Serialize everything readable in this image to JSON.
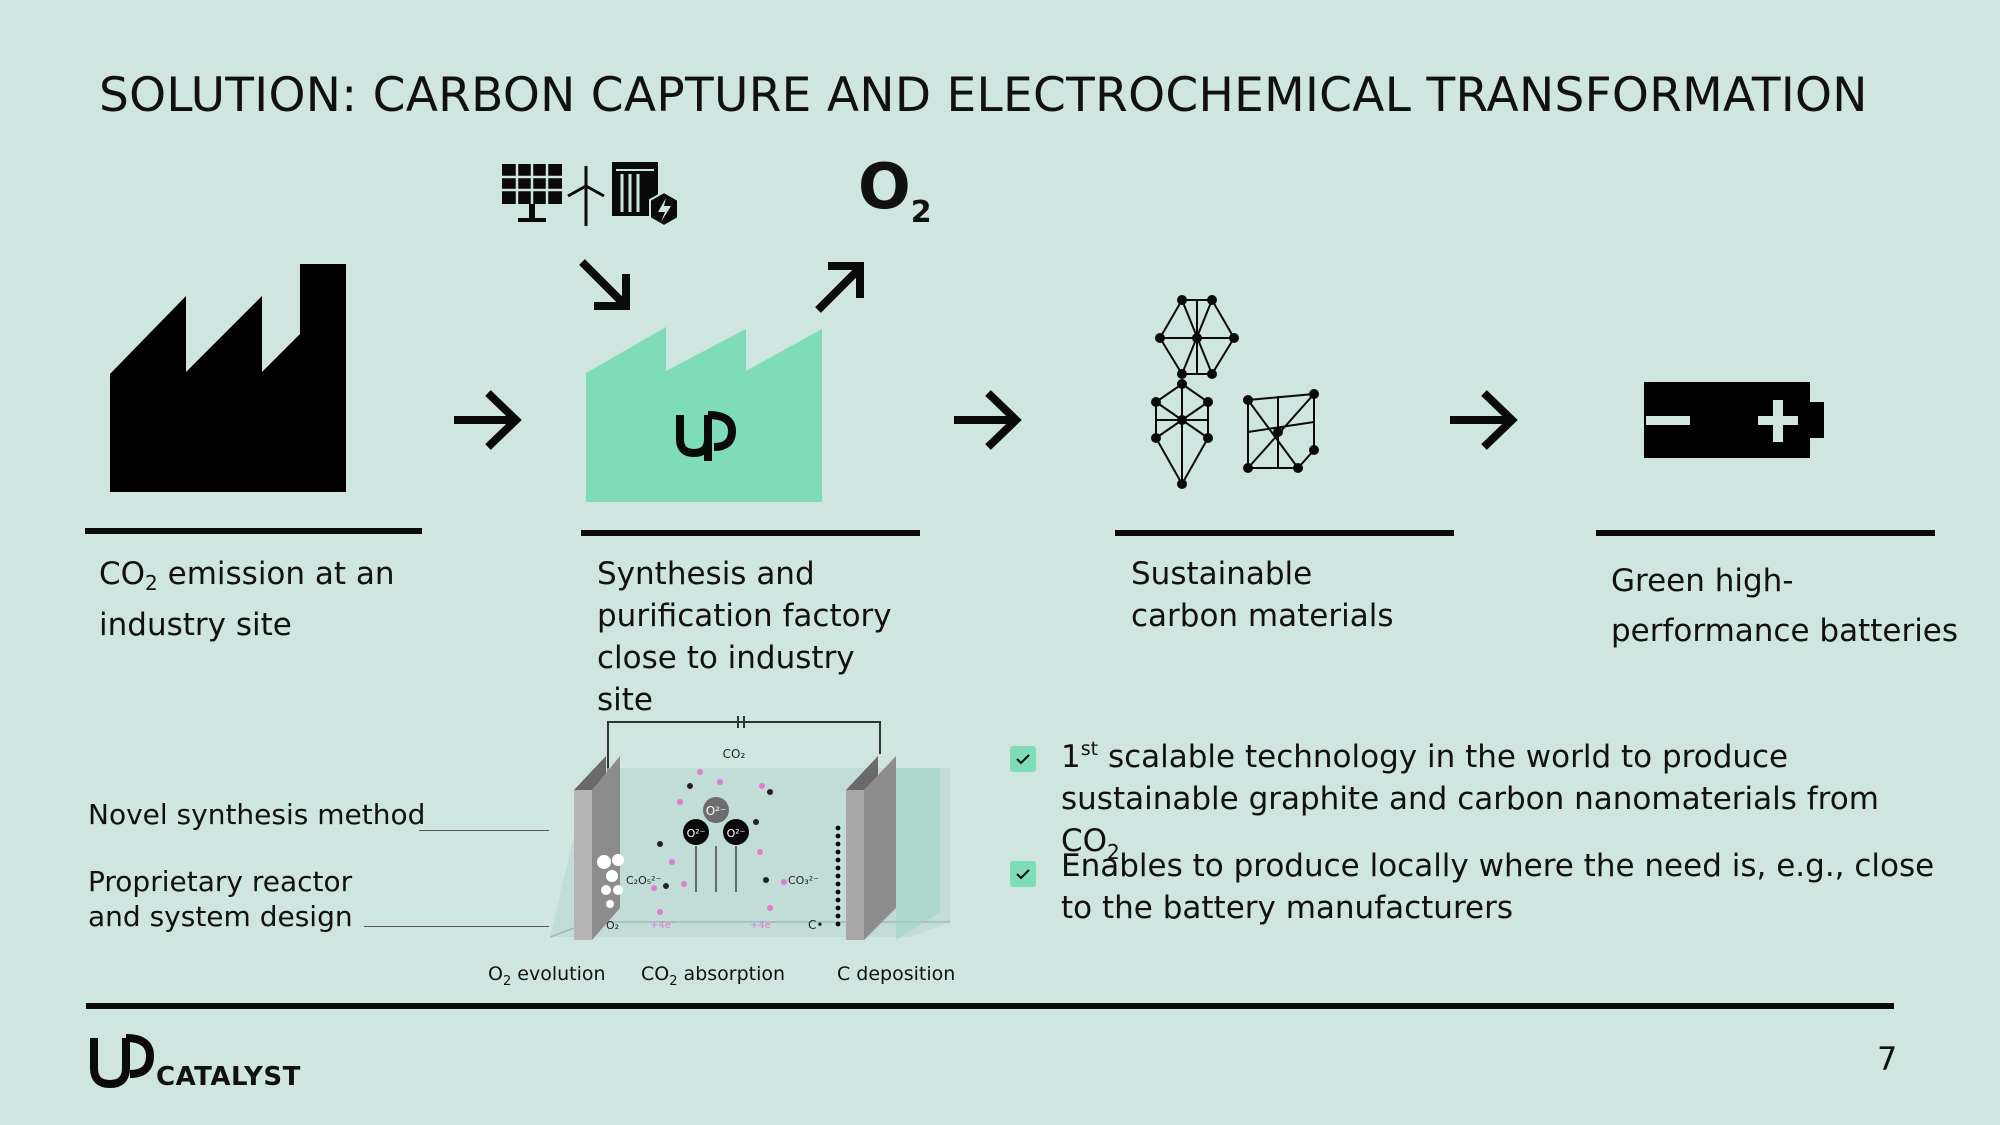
{
  "slide": {
    "title": "SOLUTION: CARBON CAPTURE AND ELECTROCHEMICAL TRANSFORMATION",
    "page_number": "7"
  },
  "process_steps": [
    {
      "label_main": "CO",
      "label_sub": "2",
      "label_rest": " emission at an industry site"
    },
    {
      "label": "Synthesis and purification factory close to industry site"
    },
    {
      "label": "Sustainable carbon materials"
    },
    {
      "label": "Green high-performance batteries"
    }
  ],
  "inputs": {
    "oxygen_symbol": "O",
    "oxygen_subscript": "2"
  },
  "reactor": {
    "left_labels": [
      "Novel synthesis method",
      "Proprietary reactor and system design"
    ],
    "captions": [
      {
        "main": "O",
        "sub": "2",
        "rest": " evolution"
      },
      {
        "main": "CO",
        "sub": "2",
        "rest": " absorption"
      },
      {
        "main": "C deposition",
        "sub": "",
        "rest": ""
      }
    ],
    "inner_labels": {
      "co2_top": "CO₂",
      "co3_left": "C₂O₅²⁻",
      "co3_right": "CO₃²⁻",
      "o2": "O₂",
      "c": "C",
      "o_ion": "O²⁻"
    }
  },
  "bullets": [
    {
      "pre": "1",
      "sup": "st",
      "text": " scalable technology in the world to produce sustainable graphite and carbon nanomaterials from CO",
      "sub": "2"
    },
    {
      "pre": "",
      "sup": "",
      "text": "Enables to produce locally where the need is, e.g., close to the battery manufacturers",
      "sub": ""
    }
  ],
  "brand": {
    "logo_mark": "UP",
    "name": "CATALYST"
  },
  "colors": {
    "background": "#cfe5df",
    "accent_green": "#7fdcb8",
    "ink": "#0a0a0a"
  }
}
